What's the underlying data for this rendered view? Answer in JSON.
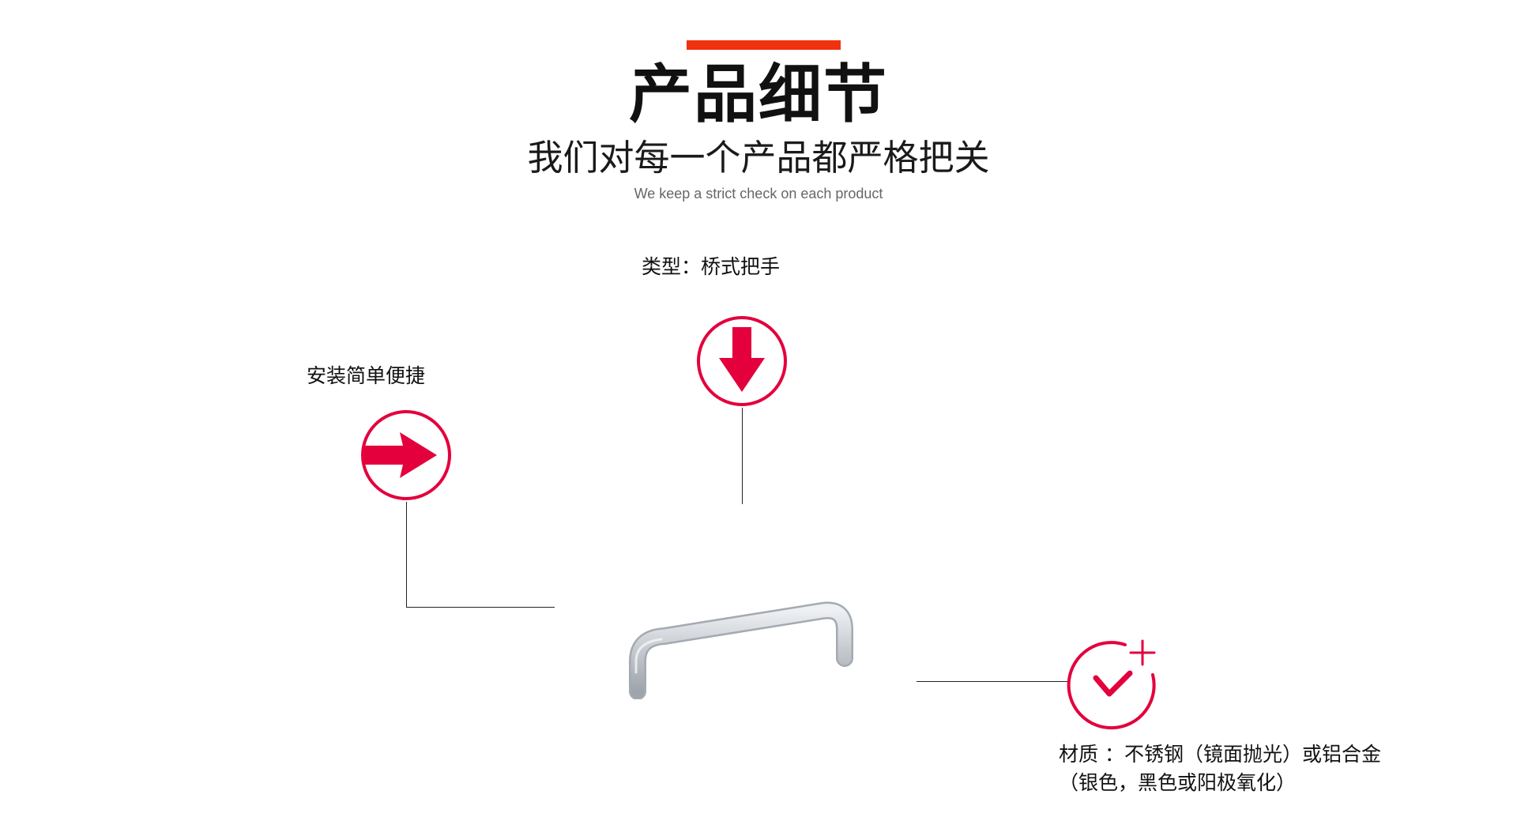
{
  "header": {
    "title": "产品细节",
    "subtitle": "我们对每一个产品都严格把关",
    "subtitle_en": "We keep a strict check on each product"
  },
  "features": {
    "type_label": "类型：桥式把手",
    "install_label": "安装简单便捷",
    "material_line1": "材质 ：不锈钢（镜面抛光）或铝合金",
    "material_line2": "（银色，黑色或阳极氧化）"
  },
  "icons": {
    "type": "down-arrow-icon",
    "install": "right-arrow-icon",
    "material": "clock-plus-icon",
    "product": "bridge-handle"
  },
  "colors": {
    "accent_bar": "#f0320f",
    "icon_red": "#e3003d",
    "text": "#111111",
    "muted": "#666666"
  }
}
